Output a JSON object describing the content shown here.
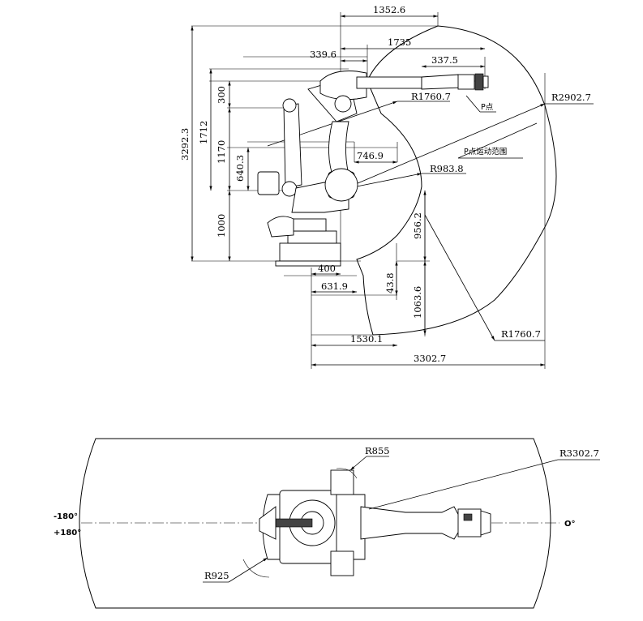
{
  "side_view": {
    "dimensions": {
      "d1352_6": "1352.6",
      "d1735": "1735",
      "d339_6": "339.6",
      "d337_5": "337.5",
      "d300": "300",
      "d1712": "1712",
      "d3292_3": "3292.3",
      "d1170": "1170",
      "d640_3": "640.3",
      "d746_9": "746.9",
      "d1000": "1000",
      "d956_2": "956.2",
      "d400": "400",
      "d631_9": "631.9",
      "d43_8": "43.8",
      "d1063_6": "1063.6",
      "d1530_1": "1530.1",
      "d3302_7": "3302.7"
    },
    "radii": {
      "r1760_7_upper": "R1760.7",
      "r2902_7": "R2902.7",
      "r983_8": "R983.8",
      "r1760_7_lower": "R1760.7"
    },
    "labels": {
      "p_point": "P点",
      "p_range": "P点运动范围"
    }
  },
  "top_view": {
    "radii": {
      "r855": "R855",
      "r3302_7": "R3302.7",
      "r925": "R925"
    },
    "angles": {
      "neg180": "-180°",
      "pos180": "+180°",
      "zero": "O°"
    }
  }
}
